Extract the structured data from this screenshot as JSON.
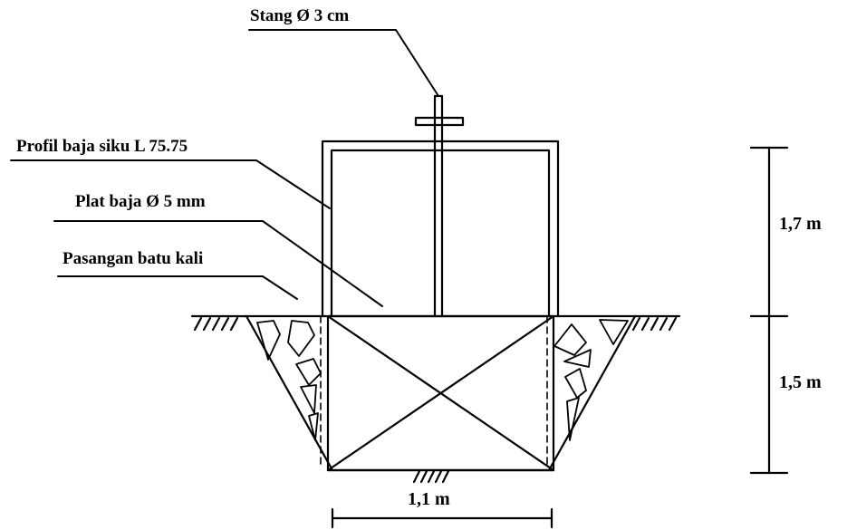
{
  "labels": {
    "stang": "Stang Ø 3 cm",
    "profil": "Profil baja siku L 75.75",
    "plat": "Plat baja Ø 5 mm",
    "pasangan": "Pasangan batu kali"
  },
  "dimensions": {
    "upper_height": "1,7 m",
    "lower_height": "1,5 m",
    "base_width": "1,1 m"
  },
  "colors": {
    "line": "#000000",
    "background": "#ffffff"
  }
}
